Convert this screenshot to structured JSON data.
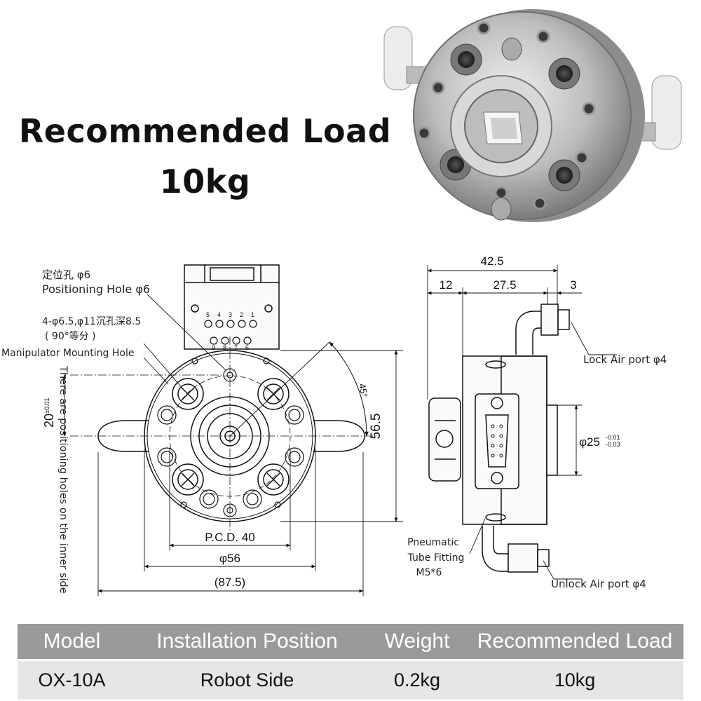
{
  "headline": {
    "line1": "Recommended Load",
    "line2": "10kg"
  },
  "front_view": {
    "positioning_hole_cn": "定位孔 φ6",
    "positioning_hole_en": "Positioning Hole φ6",
    "mount_spec_cn": "4-φ6.5,φ11沉孔深8.5",
    "mount_spec_cn2": "( 90°等分 )",
    "mounting_hole_en": "Manipulator Mounting Hole",
    "pin_numbers_top": [
      "5",
      "4",
      "3",
      "2",
      "1"
    ],
    "pin_numbers_bottom": [
      "9",
      "8",
      "7",
      "6"
    ],
    "dim_tol": "20",
    "dim_tol_sub": "±0.01",
    "side_note": "There are positioning holes on the inner side",
    "dim_height": "56.5",
    "dim_angle": "45°",
    "dim_pcd": "P.C.D. 40",
    "dim_dia": "φ56",
    "dim_overall": "(87.5)"
  },
  "side_view": {
    "dim_total": "42.5",
    "dim_a": "12",
    "dim_b": "27.5",
    "dim_c": "3",
    "lock_port": "Lock Air port φ4",
    "dim_dia25": "φ25",
    "dim_dia25_tol_upper": "-0.01",
    "dim_dia25_tol_lower": "-0.03",
    "fitting_line1": "Pneumatic",
    "fitting_line2": "Tube Fitting",
    "fitting_line3": "M5*6",
    "unlock_port": "Unlock Air port φ4"
  },
  "table": {
    "headers": [
      "Model",
      "Installation Position",
      "Weight",
      "Recommended Load"
    ],
    "row": [
      "OX-10A",
      "Robot Side",
      "0.2kg",
      "10kg"
    ]
  },
  "colors": {
    "header_bg": "#9a9a9a",
    "row_bg": "#e6e6e6",
    "metal": "#c8c8c8"
  }
}
